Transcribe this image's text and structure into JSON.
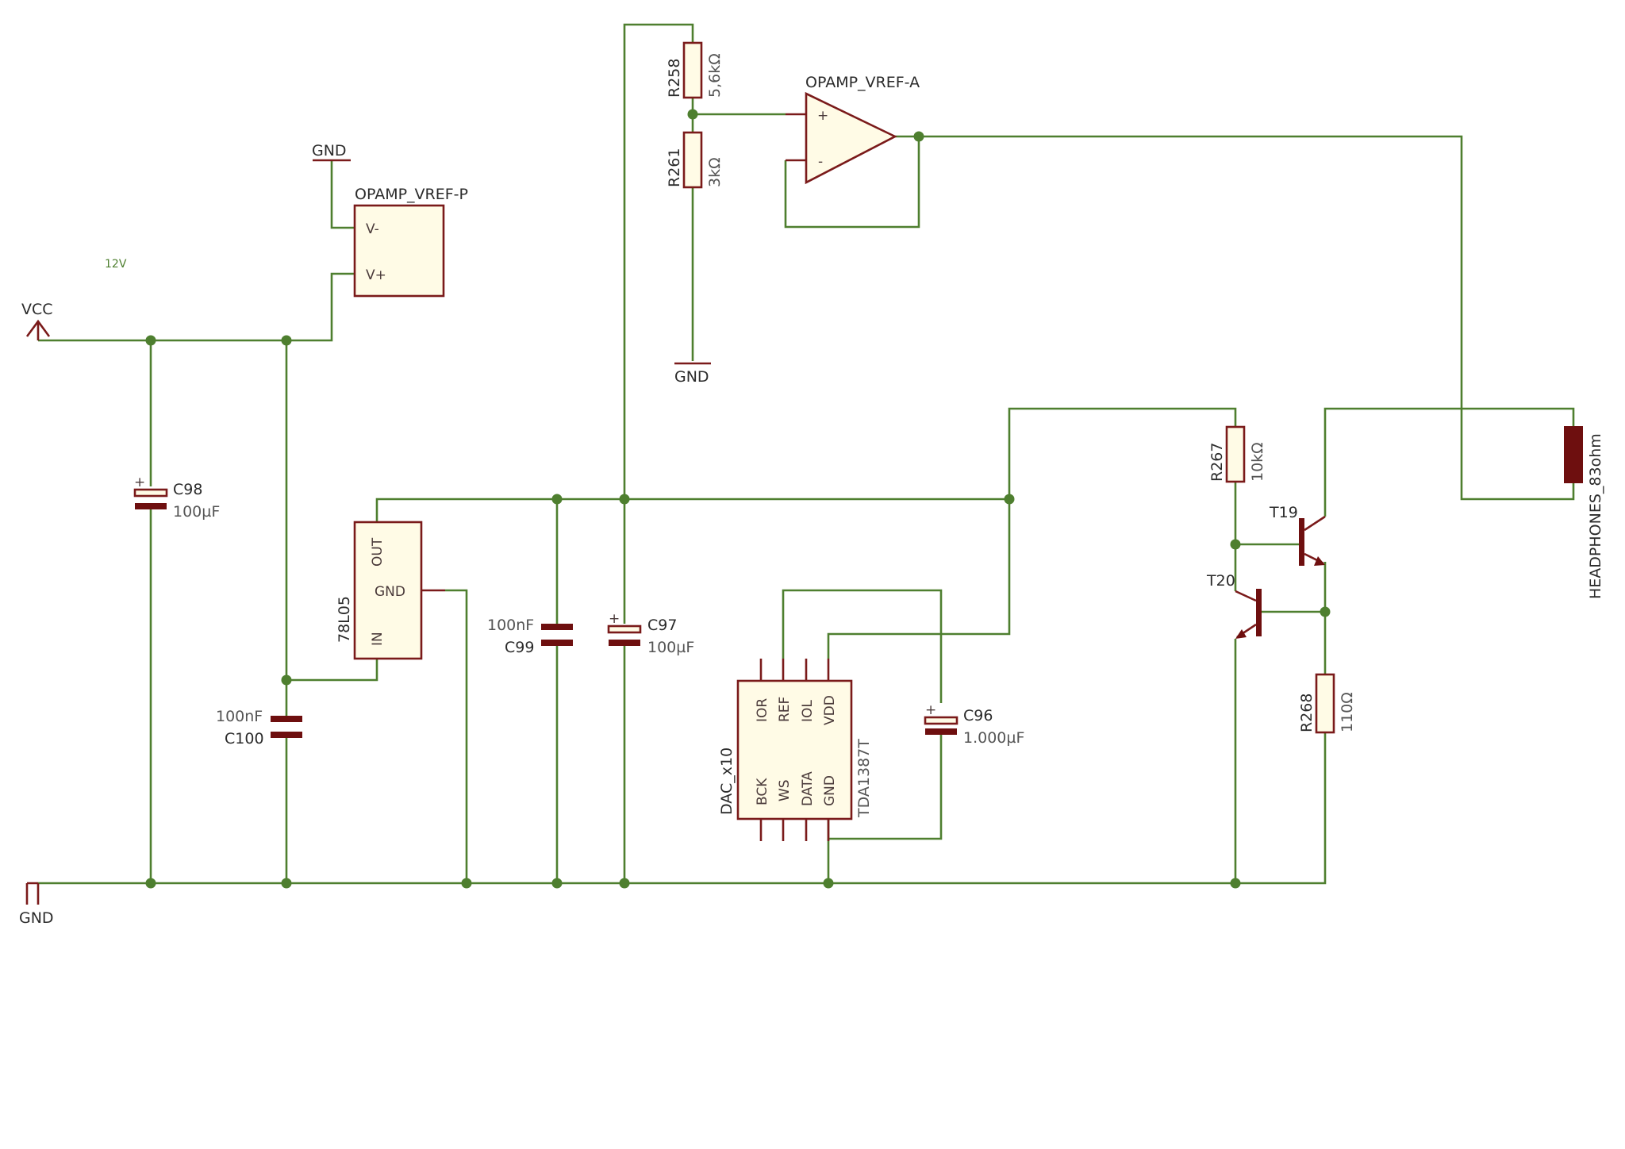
{
  "net_labels": {
    "vcc": "VCC",
    "gnd_main": "GND",
    "gnd_opamp": "GND",
    "gnd_divider": "GND",
    "supply_note": "12V"
  },
  "opamp_power": {
    "name": "OPAMP_VREF-P",
    "pin_vminus": "V-",
    "pin_vplus": "V+"
  },
  "opamp": {
    "name": "OPAMP_VREF-A",
    "pin_plus": "+",
    "pin_minus": "-"
  },
  "resistors": {
    "r258": {
      "name": "R258",
      "value": "5,6kΩ"
    },
    "r261": {
      "name": "R261",
      "value": "3kΩ"
    },
    "r267": {
      "name": "R267",
      "value": "10kΩ"
    },
    "r268": {
      "name": "R268",
      "value": "110Ω"
    }
  },
  "capacitors": {
    "c98": {
      "name": "C98",
      "value": "100µF",
      "polarity": "+"
    },
    "c100": {
      "name": "C100",
      "value": "100nF"
    },
    "c99": {
      "name": "C99",
      "value": "100nF"
    },
    "c97": {
      "name": "C97",
      "value": "100µF",
      "polarity": "+"
    },
    "c96": {
      "name": "C96",
      "value": "1.000µF",
      "polarity": "+"
    }
  },
  "regulator": {
    "name": "78L05",
    "pin_out": "OUT",
    "pin_gnd": "GND",
    "pin_in": "IN"
  },
  "dac": {
    "name": "DAC_x10",
    "part": "TDA1387T",
    "pins_top": [
      "IOR",
      "REF",
      "IOL",
      "VDD"
    ],
    "pins_bottom": [
      "BCK",
      "WS",
      "DATA",
      "GND"
    ]
  },
  "transistors": {
    "t19": "T19",
    "t20": "T20"
  },
  "load": {
    "name": "HEADPHONES_83ohm"
  }
}
